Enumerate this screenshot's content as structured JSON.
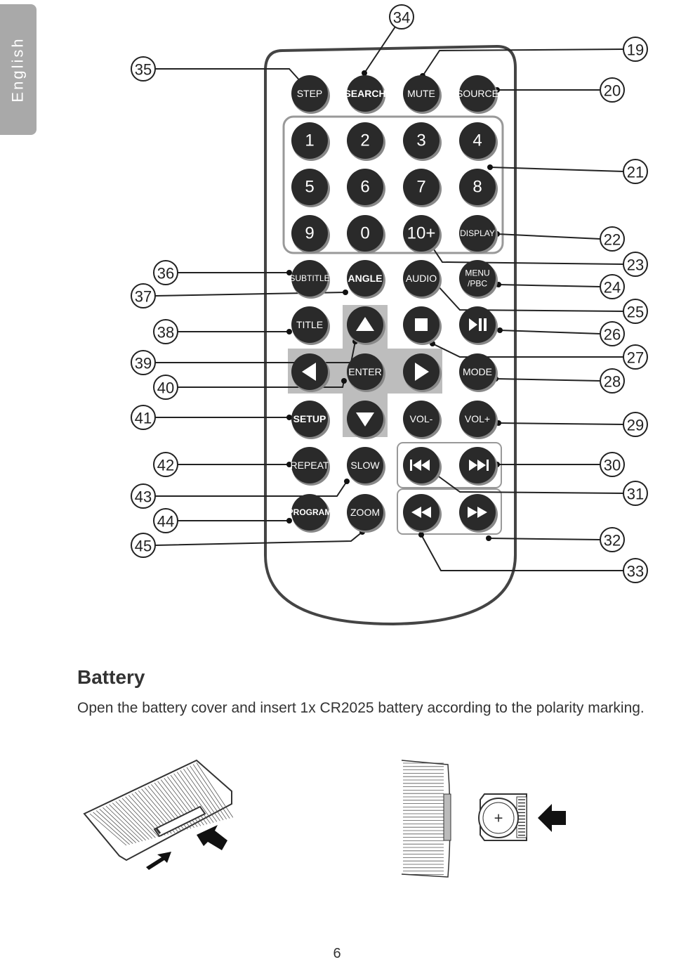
{
  "side_tab": {
    "label": "English"
  },
  "remote": {
    "buttons": [
      {
        "label": "STEP",
        "col": 0,
        "row": 0,
        "callout": "35"
      },
      {
        "label": "SEARCH",
        "col": 1,
        "row": 0,
        "callout": "34"
      },
      {
        "label": "MUTE",
        "col": 2,
        "row": 0,
        "callout": "19"
      },
      {
        "label": "SOURCE",
        "col": 3,
        "row": 0,
        "callout": "20"
      },
      {
        "label": "1",
        "col": 0,
        "row": 1
      },
      {
        "label": "2",
        "col": 1,
        "row": 1
      },
      {
        "label": "3",
        "col": 2,
        "row": 1
      },
      {
        "label": "4",
        "col": 3,
        "row": 1
      },
      {
        "label": "5",
        "col": 0,
        "row": 2
      },
      {
        "label": "6",
        "col": 1,
        "row": 2
      },
      {
        "label": "7",
        "col": 2,
        "row": 2
      },
      {
        "label": "8",
        "col": 3,
        "row": 2,
        "callout": "21"
      },
      {
        "label": "9",
        "col": 0,
        "row": 3
      },
      {
        "label": "0",
        "col": 1,
        "row": 3
      },
      {
        "label": "10+",
        "col": 2,
        "row": 3,
        "callout": "23"
      },
      {
        "label": "DISPLAY",
        "col": 3,
        "row": 3,
        "callout": "22"
      },
      {
        "label": "SUBTITLE",
        "col": 0,
        "row": 4,
        "callout": "36"
      },
      {
        "label": "ANGLE",
        "col": 1,
        "row": 4,
        "callout": "37"
      },
      {
        "label": "AUDIO",
        "col": 2,
        "row": 4,
        "callout": "25"
      },
      {
        "label": "MENU /PBC",
        "col": 3,
        "row": 4,
        "callout": "24"
      },
      {
        "label": "TITLE",
        "col": 0,
        "row": 5,
        "callout": "38"
      },
      {
        "label": "up",
        "col": 1,
        "row": 5,
        "icon": "up-arrow-icon"
      },
      {
        "label": "stop",
        "col": 2,
        "row": 5,
        "icon": "stop-icon",
        "callout": "27"
      },
      {
        "label": "play-pause",
        "col": 3,
        "row": 5,
        "icon": "play-pause-icon",
        "callout": "26"
      },
      {
        "label": "left",
        "col": 0,
        "row": 6,
        "icon": "left-arrow-icon"
      },
      {
        "label": "ENTER",
        "col": 1,
        "row": 6,
        "callout": "40"
      },
      {
        "label": "right",
        "col": 2,
        "row": 6,
        "icon": "right-arrow-icon"
      },
      {
        "label": "MODE",
        "col": 3,
        "row": 6,
        "callout": "28"
      },
      {
        "label": "SETUP",
        "col": 0,
        "row": 7,
        "callout": "41"
      },
      {
        "label": "down",
        "col": 1,
        "row": 7,
        "icon": "down-arrow-icon"
      },
      {
        "label": "VOL-",
        "col": 2,
        "row": 7
      },
      {
        "label": "VOL+",
        "col": 3,
        "row": 7,
        "callout": "29"
      },
      {
        "label": "REPEAT",
        "col": 0,
        "row": 8,
        "callout": "42"
      },
      {
        "label": "SLOW",
        "col": 1,
        "row": 8,
        "callout": "43"
      },
      {
        "label": "previous",
        "col": 2,
        "row": 8,
        "icon": "skip-back-icon",
        "callout": "31"
      },
      {
        "label": "next",
        "col": 3,
        "row": 8,
        "icon": "skip-forward-icon",
        "callout": "30"
      },
      {
        "label": "PROGRAM",
        "col": 0,
        "row": 9,
        "callout": "44"
      },
      {
        "label": "ZOOM",
        "col": 1,
        "row": 9,
        "callout": "45"
      },
      {
        "label": "rewind",
        "col": 2,
        "row": 9,
        "icon": "rewind-icon",
        "callout": "33"
      },
      {
        "label": "fast-forward",
        "col": 3,
        "row": 9,
        "icon": "fast-forward-icon",
        "callout": "32"
      }
    ],
    "callouts_right": [
      "19",
      "20",
      "21",
      "22",
      "23",
      "24",
      "25",
      "26",
      "27",
      "28",
      "29",
      "30",
      "31",
      "32",
      "33"
    ],
    "callouts_left": [
      "34",
      "35",
      "36",
      "37",
      "38",
      "39",
      "40",
      "41",
      "42",
      "43",
      "44",
      "45"
    ]
  },
  "battery": {
    "title": "Battery",
    "text": "Open the battery cover and insert 1x CR2025 battery according to the polarity marking.",
    "polarity_symbol": "+"
  },
  "page_number": "6",
  "colors": {
    "button": "#2a2a2a",
    "remote_outline": "#555555",
    "side_tab": "#a9a9a9",
    "nav_pad": "#bdbdbd"
  }
}
